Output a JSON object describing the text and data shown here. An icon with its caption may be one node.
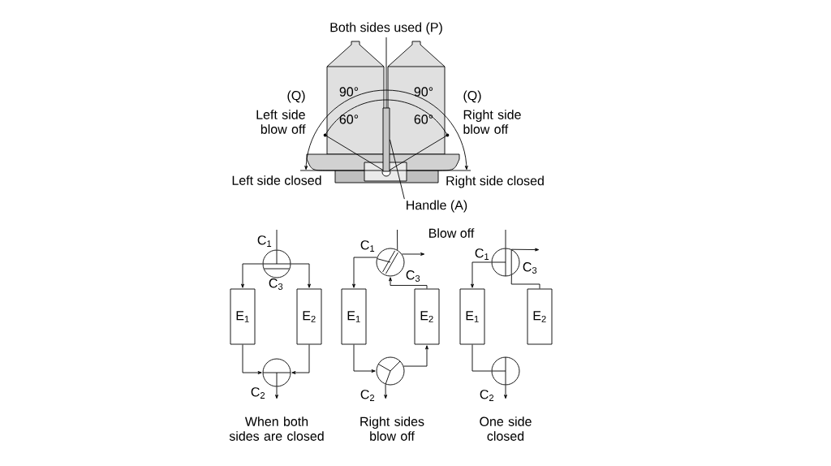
{
  "diagram": {
    "nodes": [
      {
        "text": [],
        "shape": "bar"
      },
      {
        "text": [
          "Handle (A)"
        ]
      },
      {
        "text": [],
        "shape": "circle",
        "beside": [
          "C$_{1}$",
          "C$_{3}$"
        ]
      },
      {
        "text": [
          "E$_{1}$"
        ]
      },
      {
        "text": [
          "E$_{2}$"
        ]
      },
      {
        "text": [],
        "shape": "circle",
        "beside": [
          "C$_{2}$"
        ]
      },
      {
        "text": [],
        "shape": "circle",
        "beside": [
          "C$_{1}$",
          "C$_{3}$"
        ]
      },
      {
        "text": [
          "E$_{1}$"
        ]
      },
      {
        "text": [
          "E$_{2}$"
        ]
      },
      {
        "text": [],
        "shape": "circle",
        "beside": [
          "C$_{2}$"
        ]
      },
      {
        "text": [],
        "shape": "circle",
        "beside": [
          "C$_{1}$",
          "C$_{3}$"
        ]
      },
      {
        "text": [
          "E$_{1}$"
        ]
      },
      {
        "text": [
          "E$_{2}$"
        ]
      },
      {
        "text": [],
        "shape": "circle",
        "beside": [
          "C$_{2}$"
        ]
      }
    ],
    "edges": [
      {
        "from": null,
        "to": 2,
        "arrow": "none"
      },
      {
        "from": 2,
        "to": 3,
        "arrow": "to"
      },
      {
        "from": 2,
        "to": 4,
        "arrow": "to"
      },
      {
        "from": 3,
        "to": 5,
        "arrow": "to"
      },
      {
        "from": 4,
        "to": 5,
        "arrow": "to"
      },
      {
        "from": 5,
        "to": null,
        "arrow": "to"
      },
      {
        "from": null,
        "to": 6,
        "arrow": "none"
      },
      {
        "from": 6,
        "to": null,
        "arrow": "to"
      },
      {
        "from": 6,
        "to": 7,
        "arrow": "to"
      },
      {
        "from": 8,
        "to": 6,
        "arrow": "to"
      },
      {
        "from": 7,
        "to": 9,
        "arrow": "to"
      },
      {
        "from": 9,
        "to": 8,
        "arrow": "to"
      },
      {
        "from": 9,
        "to": null,
        "arrow": "to"
      },
      {
        "from": null,
        "to": 10,
        "arrow": "none"
      },
      {
        "from": 10,
        "to": null,
        "arrow": "to"
      },
      {
        "from": 10,
        "to": 11,
        "arrow": "to"
      },
      {
        "from": 10,
        "to": 12,
        "arrow": "none"
      },
      {
        "from": 11,
        "to": 13,
        "arrow": "none"
      },
      {
        "from": 13,
        "to": null,
        "arrow": "to"
      },
      {
        "from": 1,
        "to": 0,
        "arrow": "none"
      }
    ],
    "labels": [
      "Both sides used (P)",
      "90°",
      "90°",
      "(Q)",
      "Left side blow off",
      "(Q)",
      "Right side blow off",
      "60°",
      "60°",
      "Left side closed",
      "Right side closed",
      "Blow off",
      "When both sides are closed",
      "Right sides blow off",
      "One side closed"
    ]
  }
}
